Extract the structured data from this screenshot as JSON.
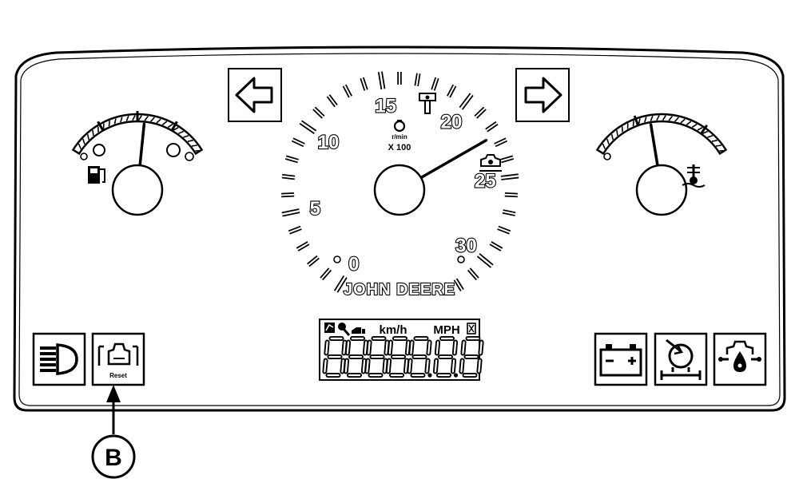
{
  "brand": "JOHN DEERE",
  "tachometer": {
    "scale_labels": [
      "0",
      "5",
      "10",
      "15",
      "20",
      "25",
      "30"
    ],
    "unit_line1": "r/min",
    "unit_line2": "X 100",
    "needle_value": 22.5
  },
  "fuel_gauge": {
    "level": 0.55
  },
  "temp_gauge": {
    "level": 0.42
  },
  "lcd": {
    "indicator_km": "km/h",
    "indicator_mph": "MPH",
    "digits": [
      "8",
      "8",
      "8",
      "8",
      "8",
      "8",
      "8"
    ]
  },
  "indicators": {
    "reset_label": "Reset"
  },
  "callout": {
    "letter": "B"
  }
}
